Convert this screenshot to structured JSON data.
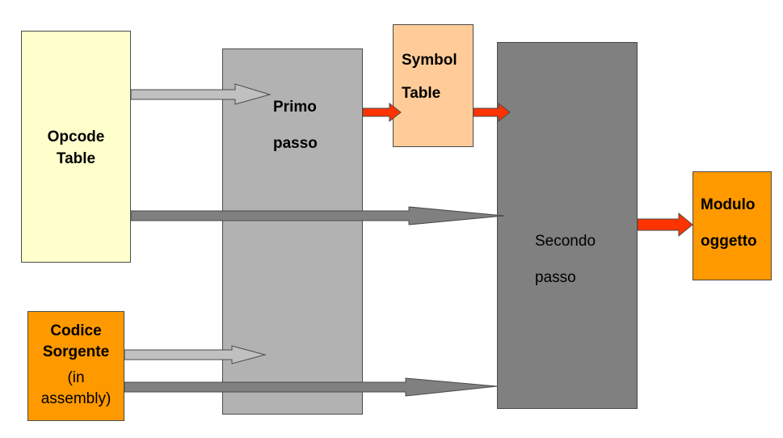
{
  "boxes": {
    "opcode_table": {
      "line1": "Opcode",
      "line2": "Table"
    },
    "codice_sorgente": {
      "line1": "Codice",
      "line2": "Sorgente",
      "line3": "(in",
      "line4": "assembly)"
    },
    "primo_passo": {
      "line1": "Primo",
      "line2": "passo"
    },
    "symbol_table": {
      "line1": "Symbol",
      "line2": "Table"
    },
    "secondo_passo": {
      "line1": "Secondo",
      "line2": "passo"
    },
    "modulo_oggetto": {
      "line1": "Modulo",
      "line2": "oggetto"
    }
  },
  "colors": {
    "opcode_fill": "#ffffcc",
    "primo_fill": "#b2b2b2",
    "symbol_fill": "#ffcc99",
    "secondo_fill": "#808080",
    "orange_fill": "#ff9900",
    "light_arrow": "#c0c0c0",
    "dark_arrow": "#808080",
    "red_arrow": "#ff3300"
  }
}
